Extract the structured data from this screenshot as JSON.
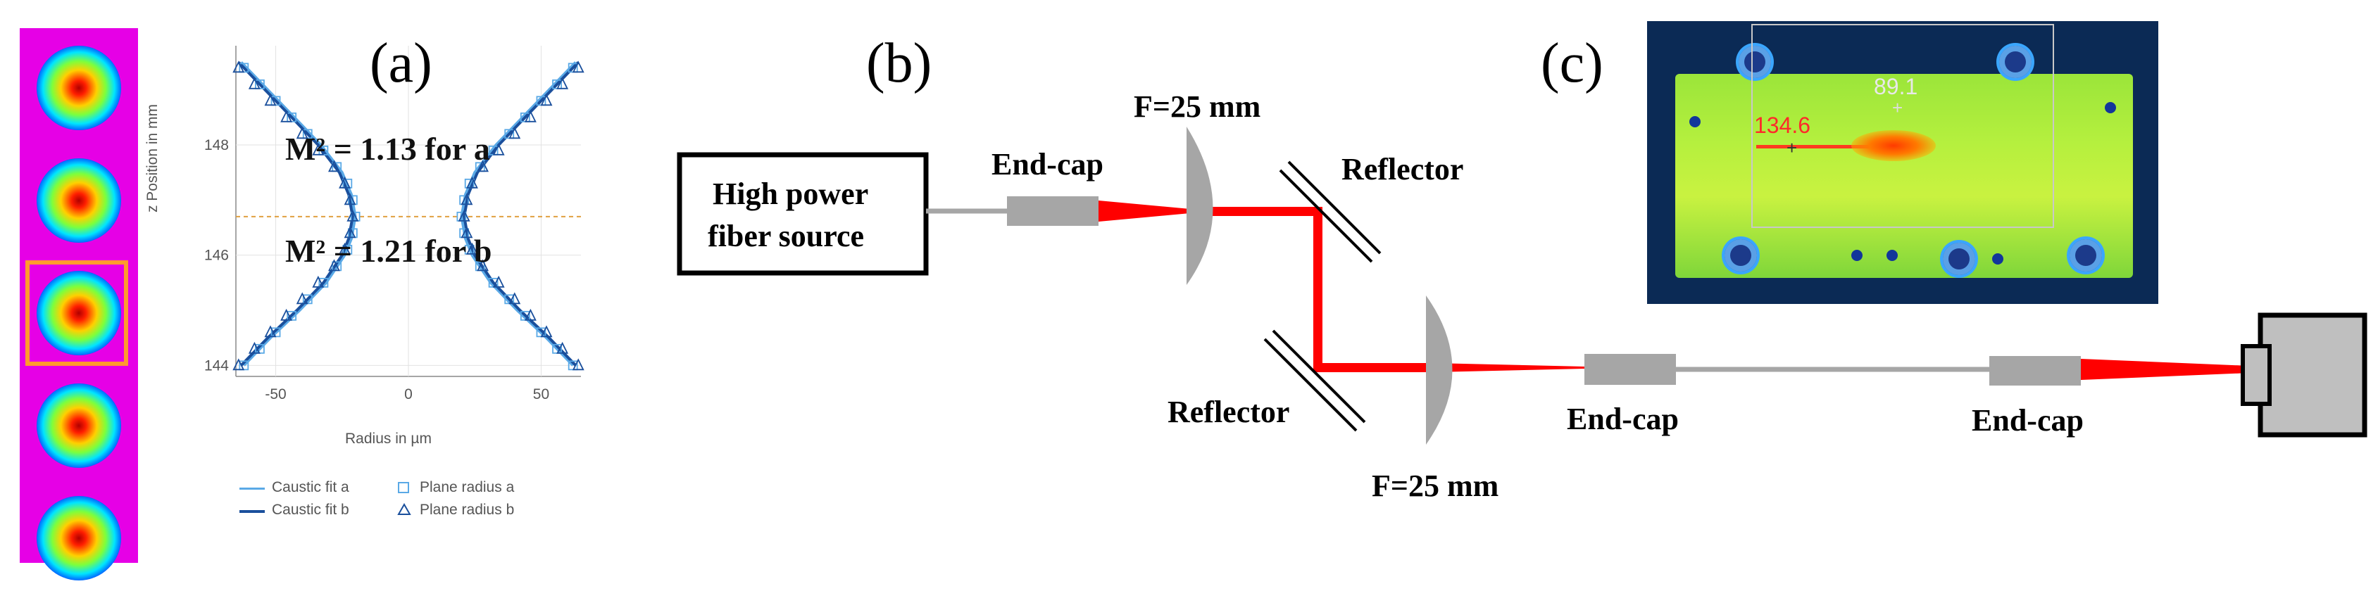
{
  "panels": {
    "a": {
      "letter": "(a)",
      "annotations": [
        "M² = 1.13 for a",
        "M² = 1.21 for b"
      ],
      "chart_data": {
        "type": "scatter",
        "xlabel": "Radius in µm",
        "ylabel": "z Position in mm",
        "xlim": [
          -65,
          65
        ],
        "ylim": [
          143.8,
          149.8
        ],
        "xticks": [
          -50,
          0,
          50
        ],
        "yticks": [
          144,
          146,
          148
        ],
        "grid": true,
        "waist_marker": 146.7,
        "series": [
          {
            "name": "Caustic fit a",
            "kind": "line",
            "color": "#5aa9e6",
            "z": [
              144.0,
              144.5,
              145.0,
              145.5,
              146.0,
              146.3,
              146.7,
              147.1,
              147.5,
              148.0,
              148.5,
              149.0,
              149.5
            ],
            "r": [
              62.0,
              52.0,
              41.0,
              31.0,
              24.0,
              21.5,
              20.0,
              21.5,
              25.0,
              33.0,
              43.0,
              53.0,
              63.0
            ]
          },
          {
            "name": "Caustic fit b",
            "kind": "line",
            "color": "#1a4f9c",
            "z": [
              144.0,
              144.5,
              145.0,
              145.5,
              146.0,
              146.3,
              146.7,
              147.1,
              147.5,
              148.0,
              148.5,
              149.0,
              149.5
            ],
            "r": [
              63.0,
              53.0,
              42.0,
              32.0,
              25.0,
              22.5,
              21.0,
              22.5,
              26.0,
              34.0,
              44.0,
              54.0,
              64.0
            ]
          },
          {
            "name": "Plane radius a",
            "kind": "square",
            "color": "#5aa9e6",
            "z": [
              144.0,
              144.3,
              144.6,
              144.9,
              145.2,
              145.5,
              145.8,
              146.1,
              146.4,
              146.7,
              147.0,
              147.3,
              147.6,
              147.9,
              148.2,
              148.5,
              148.8,
              149.1,
              149.4
            ],
            "r": [
              62,
              56,
              50,
              44,
              38,
              32,
              27,
              23,
              21,
              20,
              21,
              23,
              27,
              32,
              38,
              44,
              50,
              56,
              62
            ]
          },
          {
            "name": "Plane radius b",
            "kind": "triangle",
            "color": "#1a4f9c",
            "z": [
              144.0,
              144.3,
              144.6,
              144.9,
              145.2,
              145.5,
              145.8,
              146.1,
              146.4,
              146.7,
              147.0,
              147.3,
              147.6,
              147.9,
              148.2,
              148.5,
              148.8,
              149.1,
              149.4
            ],
            "r": [
              64,
              58,
              52,
              46,
              40,
              34,
              28,
              24,
              22,
              21,
              22,
              24,
              28,
              34,
              40,
              46,
              52,
              58,
              64
            ]
          }
        ]
      },
      "beam_spots": 5,
      "selected_spot": 2
    },
    "b": {
      "letter": "(b)",
      "source_label_line1": "High power",
      "source_label_line2": "fiber source",
      "endcap_label": "End-cap",
      "lens_label": "F=25 mm",
      "reflector_label": "Reflector",
      "colors": {
        "beam": "#ff0000",
        "fiber": "#a6a6a6",
        "component": "#a6a6a6"
      }
    },
    "c": {
      "letter": "(c)",
      "temp_high": "134.6",
      "temp_low": "89.1",
      "colors": {
        "high": "#ff2a2a",
        "low": "#e8e8e8"
      }
    }
  }
}
